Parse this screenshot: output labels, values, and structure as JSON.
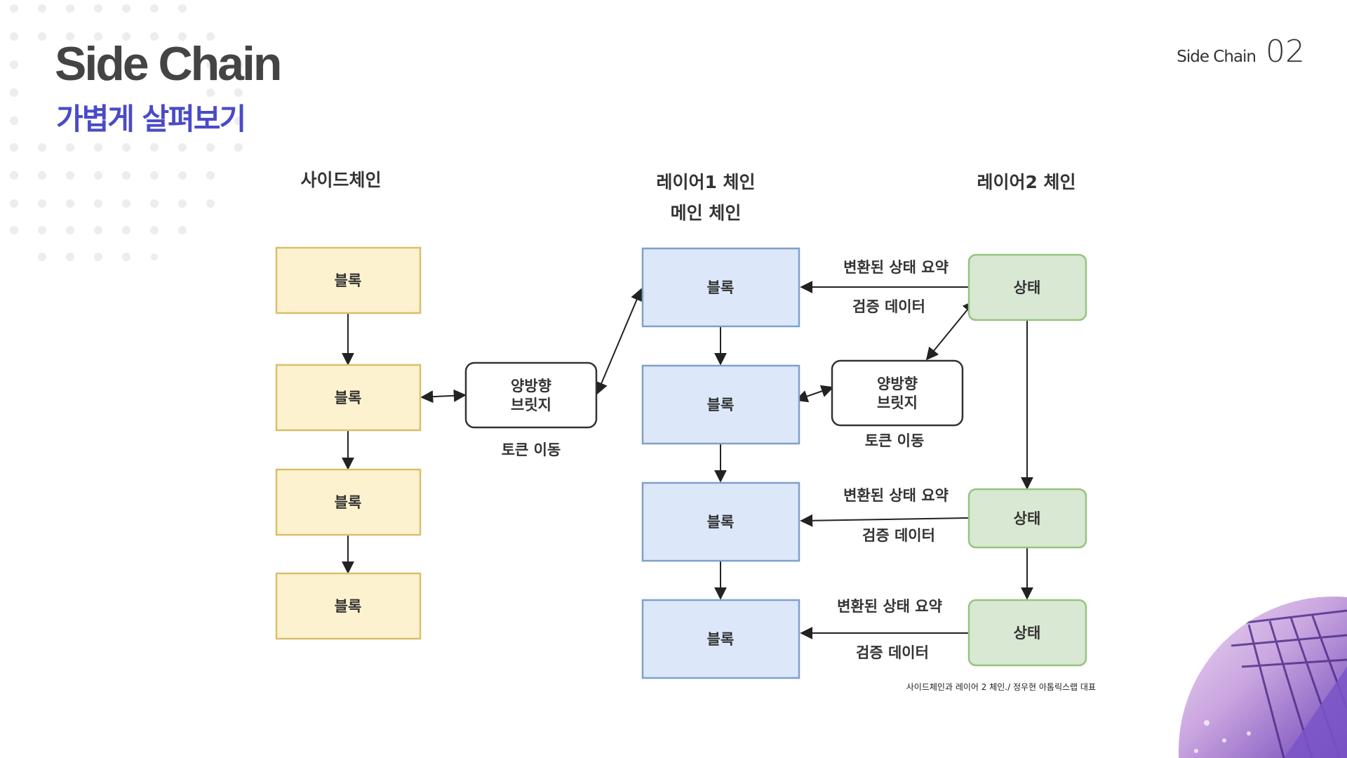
{
  "header": {
    "title": "Side Chain",
    "subtitle": "가볍게 살펴보기",
    "section_name": "Side Chain",
    "page_number": "02"
  },
  "colors": {
    "title": "#444444",
    "subtitle": "#4a4bc8",
    "side_block_fill": "#fdf2cf",
    "main_block_fill": "#dce8fa",
    "state_block_fill": "#d8e8d2"
  },
  "diagram": {
    "columns": {
      "side_chain": "사이드체인",
      "layer1": "레이어1 체인",
      "layer1_sub": "메인 체인",
      "layer2": "레이어2 체인"
    },
    "side_blocks": [
      "블록",
      "블록",
      "블록",
      "블록"
    ],
    "main_blocks": [
      "블록",
      "블록",
      "블록",
      "블록"
    ],
    "states": [
      "상태",
      "상태",
      "상태"
    ],
    "bridge_left": {
      "line1": "양방향",
      "line2": "브릿지",
      "note": "토큰 이동"
    },
    "bridge_right": {
      "line1": "양방향",
      "line2": "브릿지",
      "note": "토큰 이동"
    },
    "edge_labels": {
      "summary": "변환된 상태 요약",
      "proof": "검증 데이터"
    },
    "caption": "사이드체인과 레이어 2 체인./ 정우현 아톰릭스랩 대표"
  }
}
